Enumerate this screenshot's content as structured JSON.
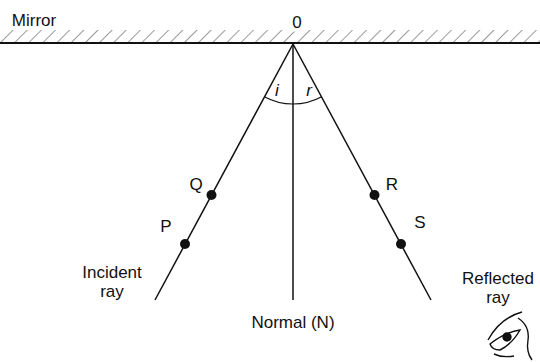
{
  "diagram": {
    "labels": [
      "Mirror",
      "0",
      "Q",
      "i",
      "r",
      "R",
      "P",
      "S",
      "Incident ray",
      "Reflected ray",
      "Normal (N)"
    ]
  }
}
